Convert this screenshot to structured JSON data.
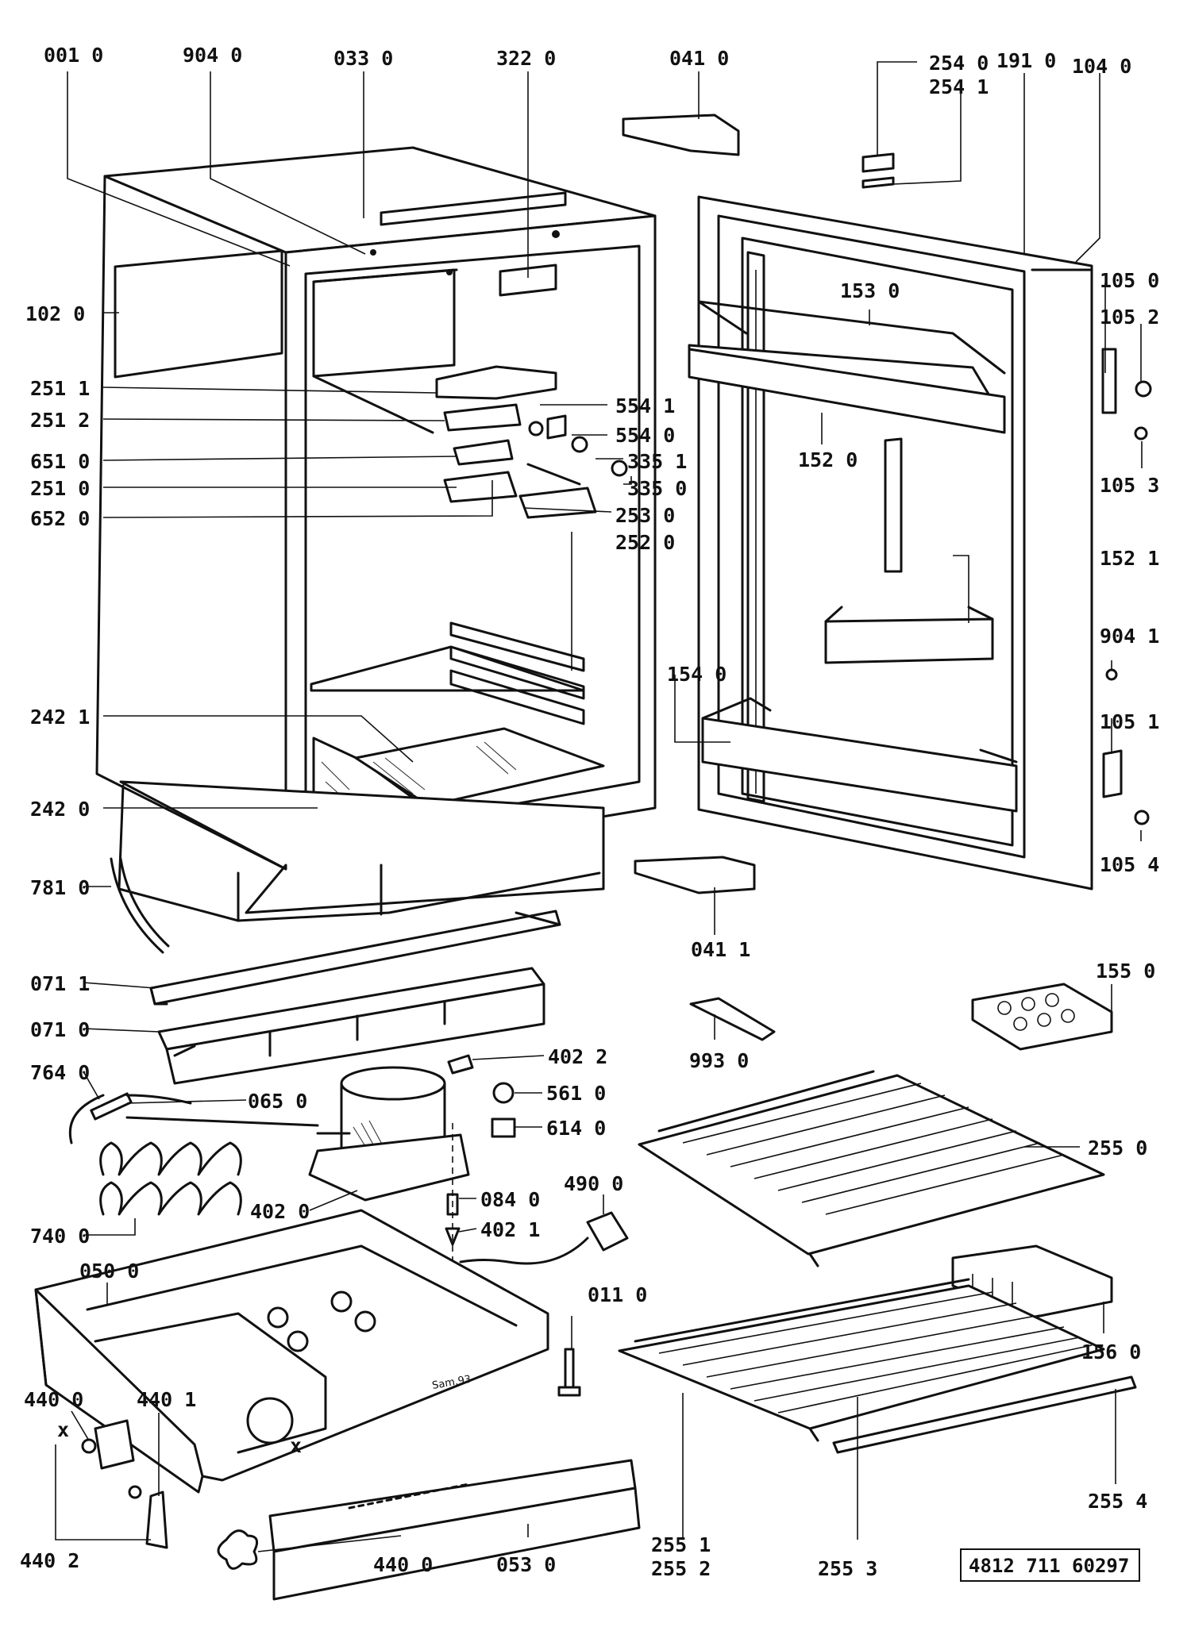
{
  "diagram": {
    "drawing_number": "4812 711 60297",
    "engraving": "Sam.93",
    "callouts": {
      "c0010": "001 0",
      "c9040": "904 0",
      "c0330": "033 0",
      "c3220": "322 0",
      "c0410": "041 0",
      "c2540": "254 0",
      "c2541": "254 1",
      "c1910": "191 0",
      "c1040": "104 0",
      "c1020": "102 0",
      "c1050": "105 0",
      "c1052": "105 2",
      "c1530": "153 0",
      "c2511": "251 1",
      "c5541": "554 1",
      "c2512": "251 2",
      "c5540": "554 0",
      "c6510": "651 0",
      "c3351": "335 1",
      "c1520": "152 0",
      "c1053": "105 3",
      "c2510": "251 0",
      "c3350": "335 0",
      "c6520": "652 0",
      "c2530": "253 0",
      "c2520": "252 0",
      "c1521": "152 1",
      "c9041": "904 1",
      "c1540": "154 0",
      "c2421": "242 1",
      "c1051": "105 1",
      "c2420": "242 0",
      "c1054": "105 4",
      "c7810": "781 0",
      "c0411": "041 1",
      "c0711": "071 1",
      "c1550": "155 0",
      "c0710": "071 0",
      "c9930": "993 0",
      "c4022": "402 2",
      "c7640": "764 0",
      "c0650": "065 0",
      "c5610": "561 0",
      "c6140": "614 0",
      "c2550": "255 0",
      "c4020": "402 0",
      "c0840": "084 0",
      "c4900": "490 0",
      "c7400": "740 0",
      "c4021": "402 1",
      "c0500": "050 0",
      "c0110": "011 0",
      "c1560": "156 0",
      "c4400a": "440 0",
      "c4401": "440 1",
      "c4402": "440 2",
      "c4400b": "440 0",
      "c0530": "053 0",
      "c2551": "255 1",
      "c2552": "255 2",
      "c2553": "255 3",
      "c2554": "255 4",
      "x1": "x",
      "x2": "x"
    }
  }
}
